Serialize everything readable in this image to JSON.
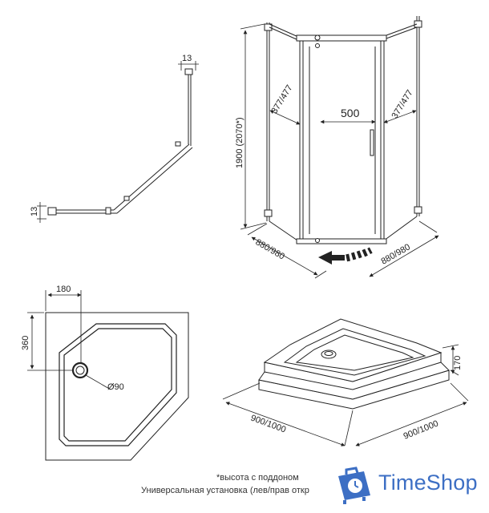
{
  "profile_view": {
    "dim_top": "13",
    "dim_left": "13"
  },
  "enclosure_view": {
    "height": "1900 (2070*)",
    "door_width": "500",
    "side_left": "377/477",
    "side_right": "377/477",
    "base_left": "880/980",
    "base_right": "880/980"
  },
  "tray_plan": {
    "offset_x": "180",
    "offset_y": "360",
    "drain": "Ø90"
  },
  "tray_3d": {
    "height": "170",
    "width_left": "900/1000",
    "width_right": "900/1000"
  },
  "notes": {
    "height_note": "*высота с поддоном",
    "install_note": "Универсальная установка (лев/прав откр"
  },
  "brand": {
    "name": "TimeShop",
    "color": "#3d6fc4"
  }
}
